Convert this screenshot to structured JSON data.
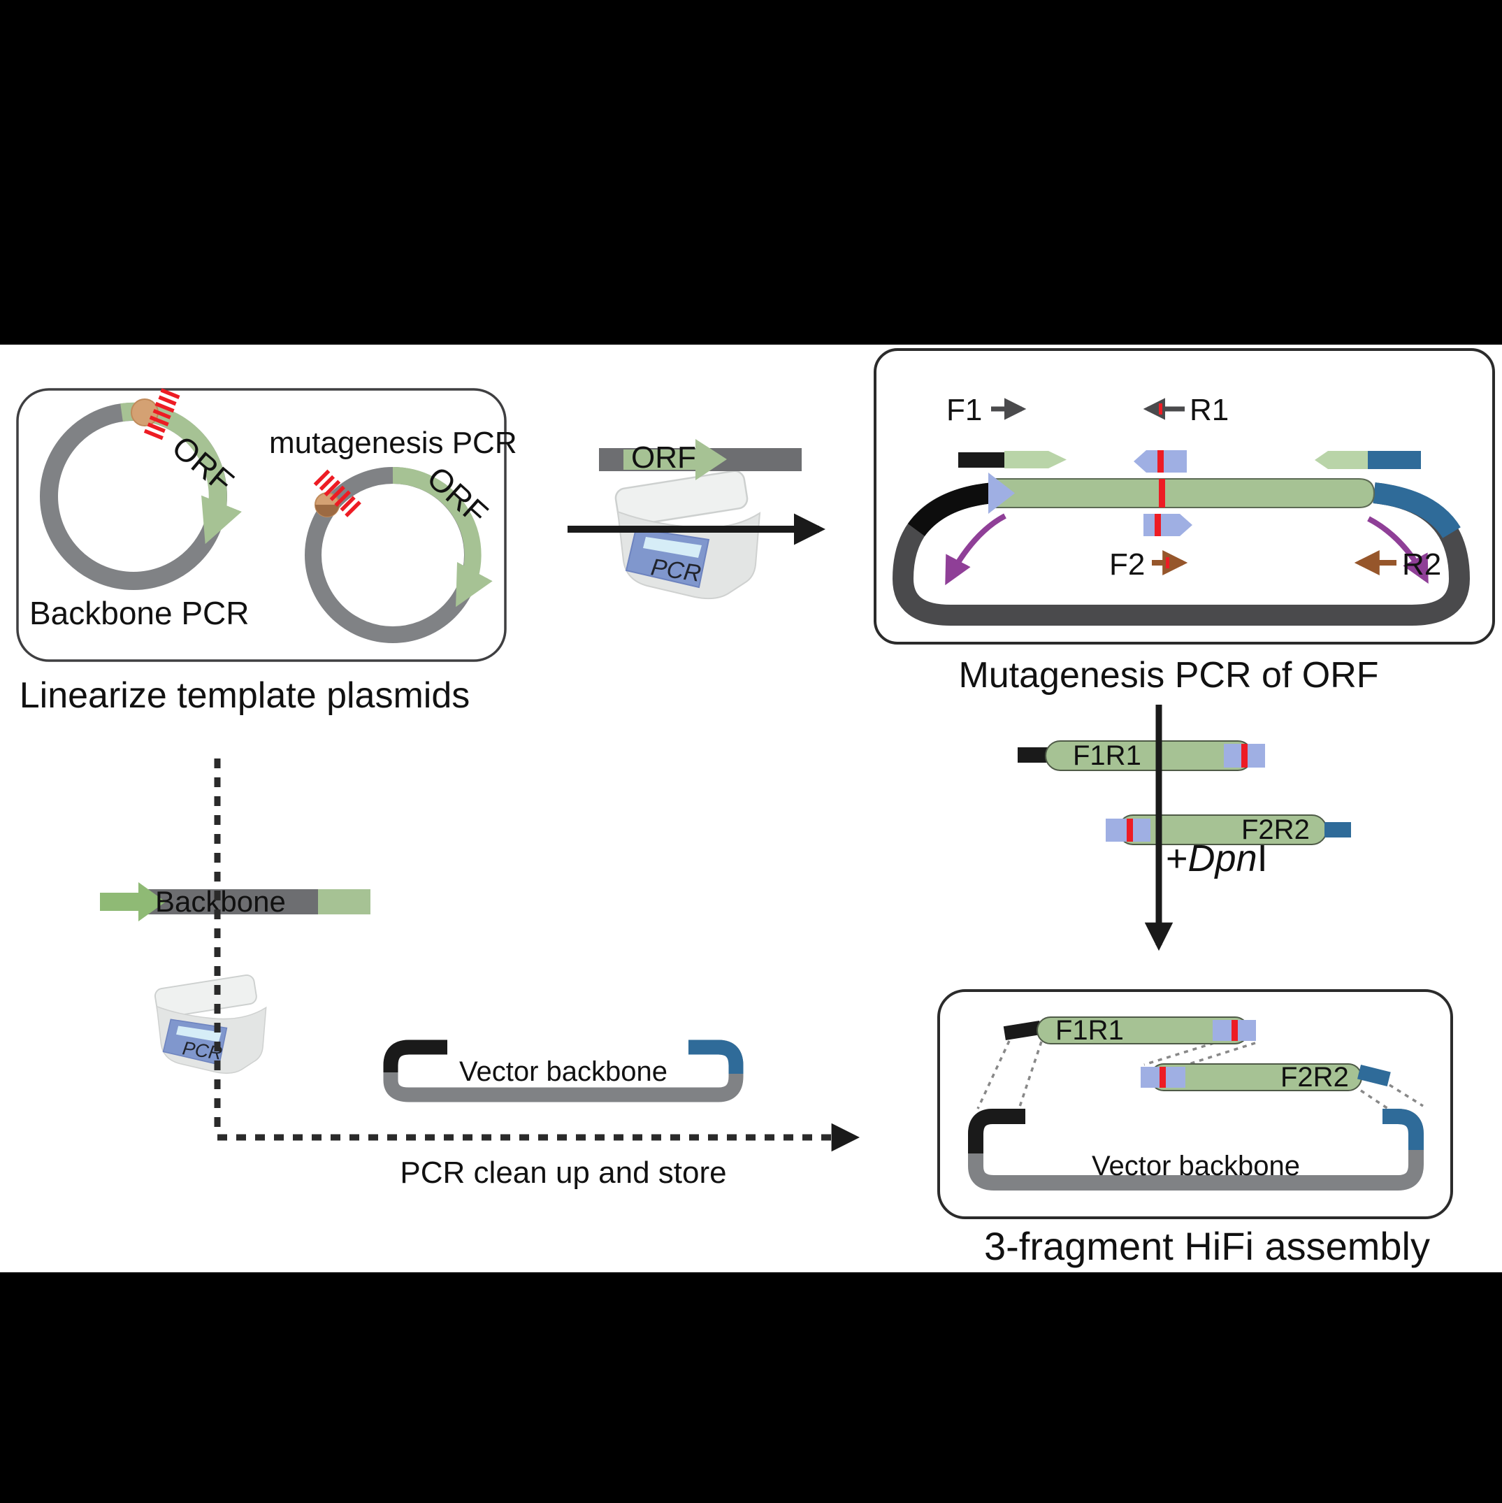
{
  "figure": {
    "step1": {
      "caption": "Linearize template plasmids",
      "circle1_label": "Backbone PCR",
      "circle2_label": "mutagenesis PCR",
      "circle1_gene": "ORF",
      "circle2_gene": "ORF"
    },
    "transfer": {
      "fragment_label": "ORF",
      "machine_screen": "PCR"
    },
    "step2": {
      "caption": "Mutagenesis PCR of ORF",
      "primer_f1": "F1",
      "primer_r1": "R1",
      "primer_f2": "F2",
      "primer_r2": "R2"
    },
    "digest": {
      "fragment1": "F1R1",
      "fragment2": "F2R2",
      "enzyme_prefix": "+",
      "enzyme_name": "Dpn",
      "enzyme_suffix": "I"
    },
    "backbone_prep": {
      "fragment_label": "Backbone",
      "machine_screen": "PCR",
      "vector_label": "Vector backbone",
      "caption": "PCR clean up and store"
    },
    "step3": {
      "caption": "3-fragment HiFi assembly",
      "fragment1": "F1R1",
      "fragment2": "F2R2",
      "vector_label": "Vector backbone"
    },
    "colors": {
      "orf_green": "#a6c294",
      "primer_green_light": "#b9d4a8",
      "lavender": "#9fafe3",
      "mutation_red": "#ed1c24",
      "steel_blue": "#2f6b99",
      "purple": "#8f3f97",
      "brown": "#96562b",
      "ring_gray": "#808285",
      "dark_gray": "#4a4a4c",
      "bar_gray": "#6d6e71"
    }
  }
}
